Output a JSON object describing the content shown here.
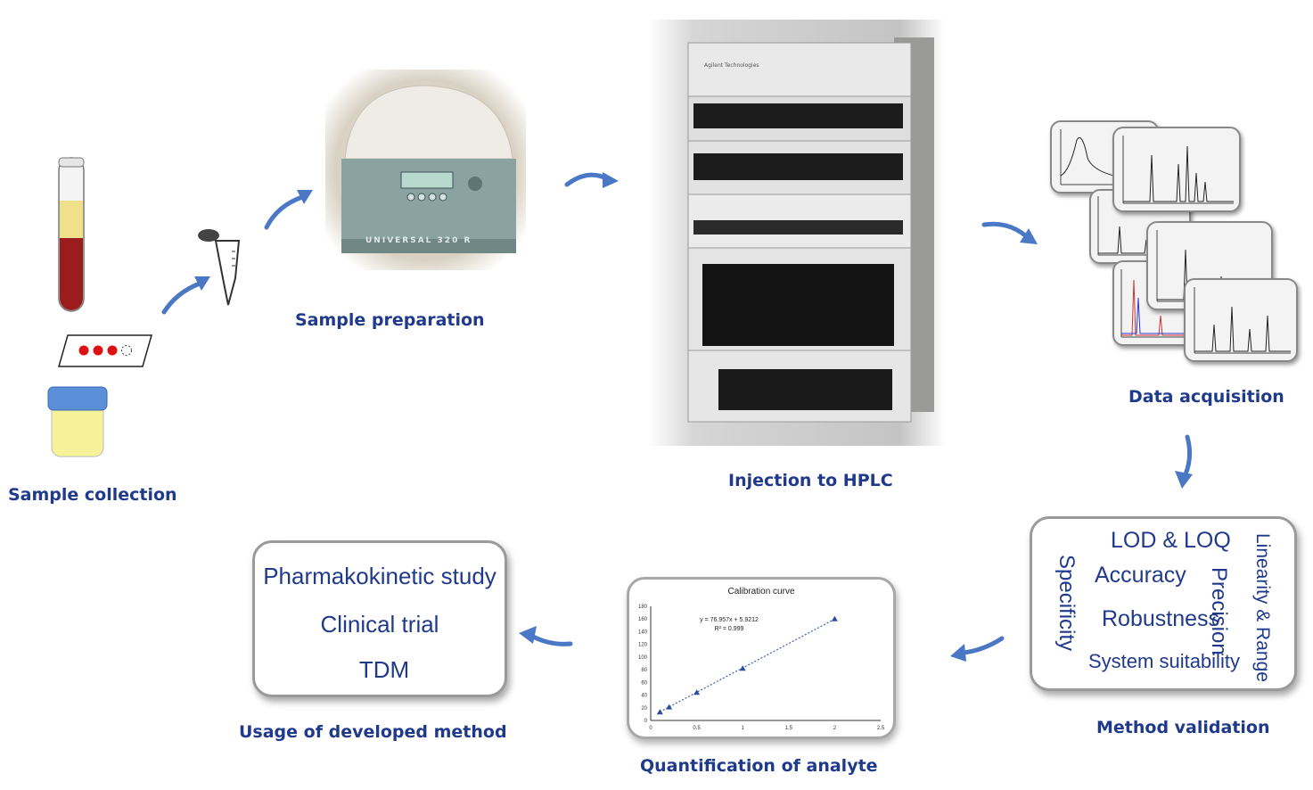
{
  "steps": {
    "collection": "Sample collection",
    "preparation": "Sample preparation",
    "injection": "Injection to HPLC",
    "acquisition": "Data acquisition",
    "validation": "Method validation",
    "quantification": "Quantification of analyte",
    "usage": "Usage of developed method"
  },
  "centrifuge_label": "UNIVERSAL 320 R",
  "hplc_brand": "Agilent Technologies",
  "validation_box": {
    "lod_loq": "LOD & LOQ",
    "accuracy": "Accuracy",
    "robustness": "Robustness",
    "system_suitability": "System suitability",
    "specificity": "Specificity",
    "precision": "Precision",
    "linearity": "Linearity & Range"
  },
  "usage_box": {
    "item1": "Pharmakokinetic study",
    "item2": "Clinical trial",
    "item3": "TDM"
  },
  "colors": {
    "accent": "#1f3a8a",
    "arrow": "#4a78c4"
  },
  "chart_data": {
    "type": "scatter",
    "title": "Calibration curve",
    "equation": "y = 76.957x + 5.9212",
    "r2": "R² = 0.999",
    "x": [
      0.1,
      0.2,
      0.5,
      1.0,
      2.0
    ],
    "y": [
      13,
      21,
      44,
      82,
      160
    ],
    "xlim": [
      0,
      2.5
    ],
    "ylim": [
      0,
      180
    ],
    "xticks": [
      "0",
      "0.5",
      "1",
      "1.5",
      "2",
      "2.5"
    ],
    "yticks": [
      "0",
      "20",
      "40",
      "60",
      "80",
      "100",
      "120",
      "140",
      "160",
      "180"
    ],
    "trendline": {
      "slope": 76.957,
      "intercept": 5.9212
    },
    "xlabel": "",
    "ylabel": ""
  }
}
